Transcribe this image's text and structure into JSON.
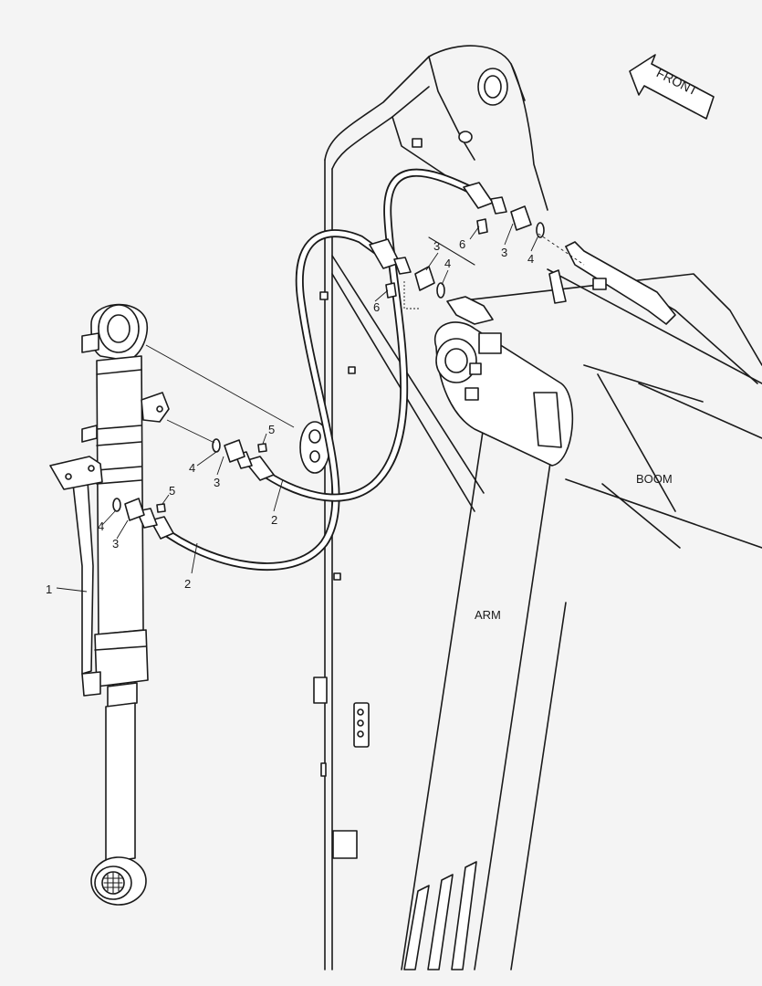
{
  "labels": {
    "front": "FRONT",
    "boom": "BOOM",
    "arm": "ARM"
  },
  "callouts": [
    {
      "id": "c1",
      "text": "1"
    },
    {
      "id": "c2a",
      "text": "2"
    },
    {
      "id": "c2b",
      "text": "2"
    },
    {
      "id": "c3a",
      "text": "3"
    },
    {
      "id": "c3b",
      "text": "3"
    },
    {
      "id": "c3c",
      "text": "3"
    },
    {
      "id": "c3d",
      "text": "3"
    },
    {
      "id": "c4a",
      "text": "4"
    },
    {
      "id": "c4b",
      "text": "4"
    },
    {
      "id": "c4c",
      "text": "4"
    },
    {
      "id": "c4d",
      "text": "4"
    },
    {
      "id": "c5a",
      "text": "5"
    },
    {
      "id": "c5b",
      "text": "5"
    },
    {
      "id": "c6a",
      "text": "6"
    },
    {
      "id": "c6b",
      "text": "6"
    }
  ],
  "colors": {
    "line": "#1a1a1a",
    "background": "#f4f4f4",
    "part_fill": "#ffffff"
  }
}
